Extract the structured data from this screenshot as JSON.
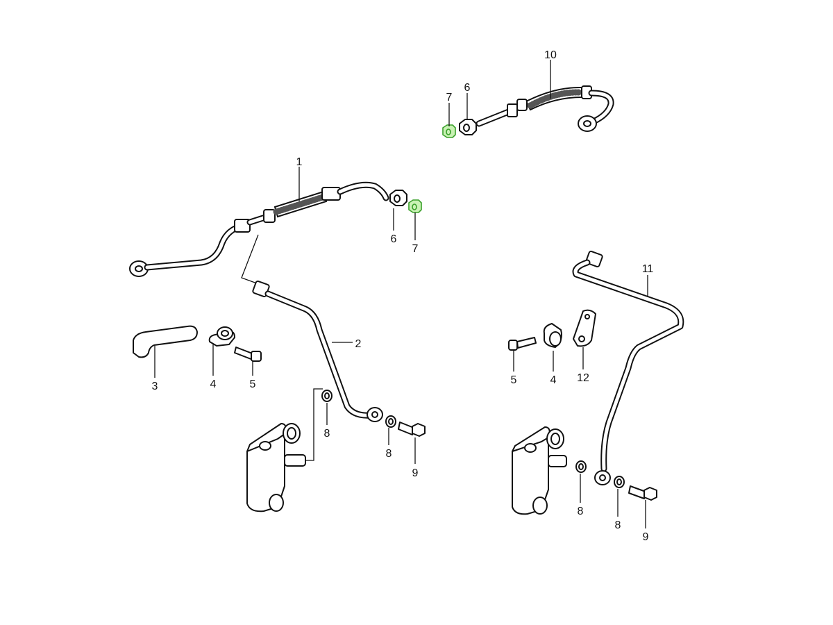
{
  "diagram": {
    "title": "Brake line / hose assembly exploded view",
    "accent_color": "#3aa02a",
    "labels": {
      "part_10": "10",
      "part_6_top": "6",
      "part_7_top": "7",
      "part_1": "1",
      "part_6_mid": "6",
      "part_7_mid": "7",
      "part_11": "11",
      "part_2": "2",
      "part_3": "3",
      "part_4_left": "4",
      "part_5_left": "5",
      "part_5_right": "5",
      "part_4_right": "4",
      "part_12": "12",
      "part_8_a": "8",
      "part_8_b": "8",
      "part_9_left": "9",
      "part_8_c": "8",
      "part_8_d": "8",
      "part_9_right": "9"
    }
  }
}
